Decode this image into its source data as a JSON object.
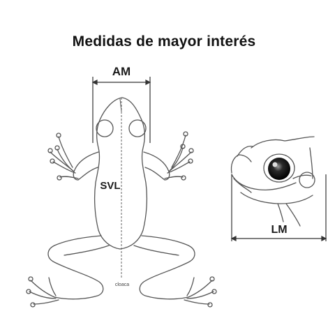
{
  "title": "Medidas  de mayor interés",
  "labels": {
    "head_width": "AM",
    "snout_vent_length": "SVL",
    "mouth_length": "LM",
    "cloaca": "cloaca"
  }
}
